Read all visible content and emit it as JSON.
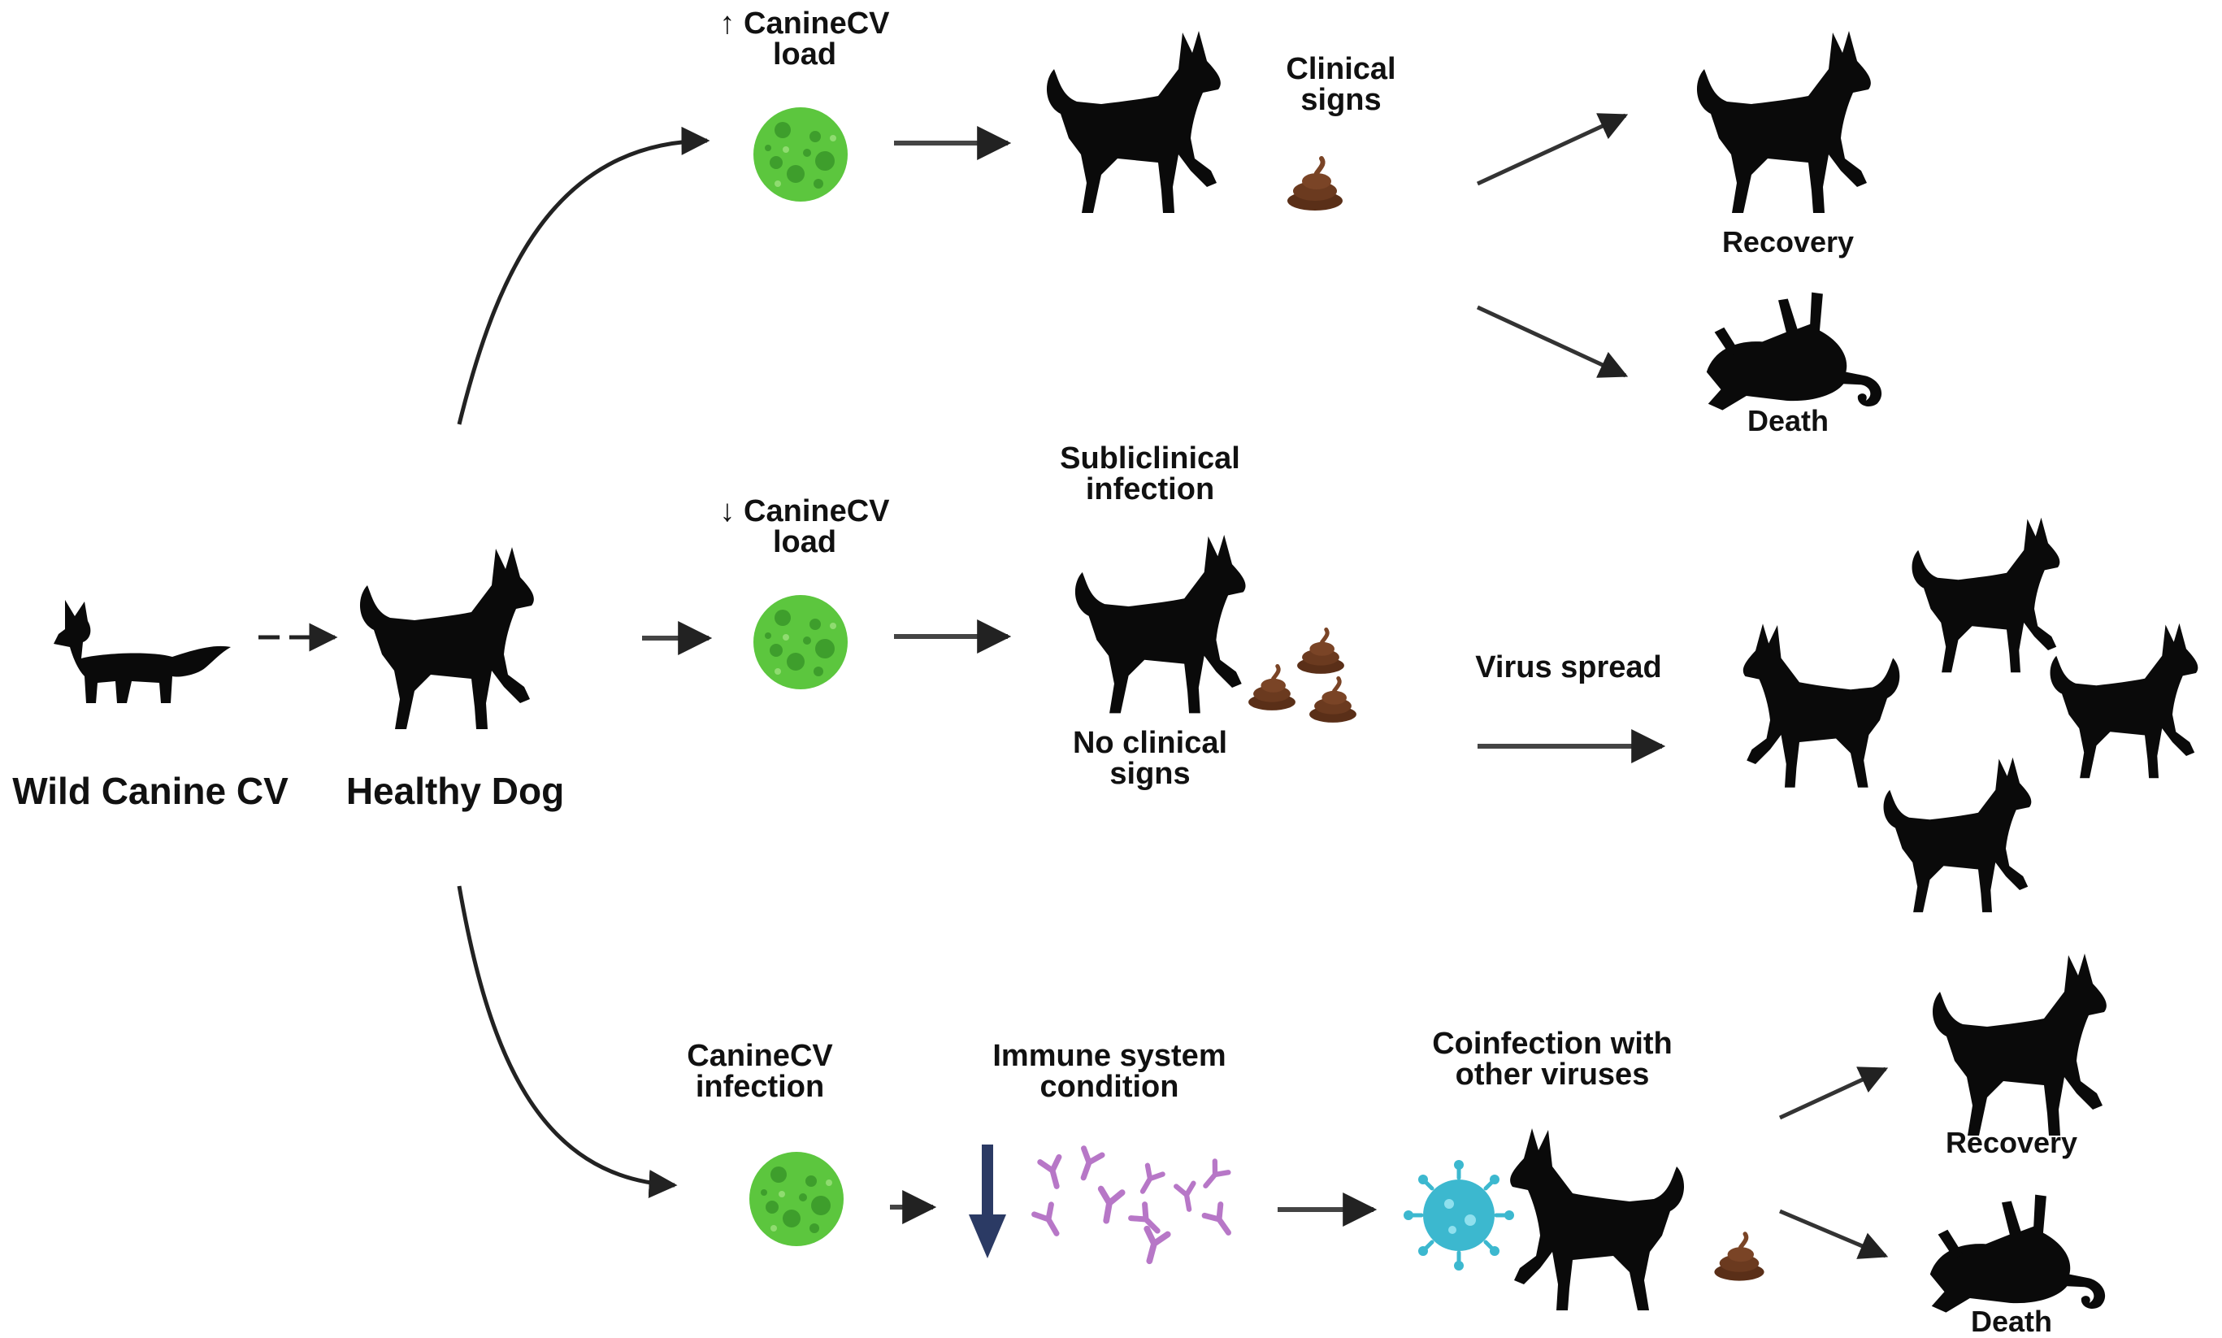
{
  "diagram": {
    "nodes": {
      "wild_canine_cv": "Wild Canine CV",
      "healthy_dog": "Healthy Dog",
      "top_load": "↑ CanineCV\nload",
      "clinical_signs": "Clinical\nsigns",
      "recovery_top": "Recovery",
      "death_top": "Death",
      "mid_load": "↓ CanineCV\nload",
      "subclinical": "Subliclinical\ninfection",
      "no_clinical": "No clinical\nsigns",
      "virus_spread": "Virus spread",
      "caninecv_infection": "CanineCV\ninfection",
      "immune_condition": "Immune system\ncondition",
      "coinfection": "Coinfection with\nother viruses",
      "recovery_bottom": "Recovery",
      "death_bottom": "Death"
    },
    "colors": {
      "silhouette": "#0a0a0a",
      "virus_green": "#5cc63e",
      "virus_spot": "#3e9e2c",
      "feces_brown": "#6b3a1f",
      "antibody_purple": "#b777c7",
      "down_arrow_navy": "#2b3a64",
      "other_virus_cyan": "#3cb8cf"
    },
    "icons": [
      "fox-icon",
      "dog-icon",
      "virus-icon",
      "feces-icon",
      "dead-dog-icon",
      "antibody-icon",
      "down-arrow-icon",
      "coronavirus-icon"
    ]
  }
}
